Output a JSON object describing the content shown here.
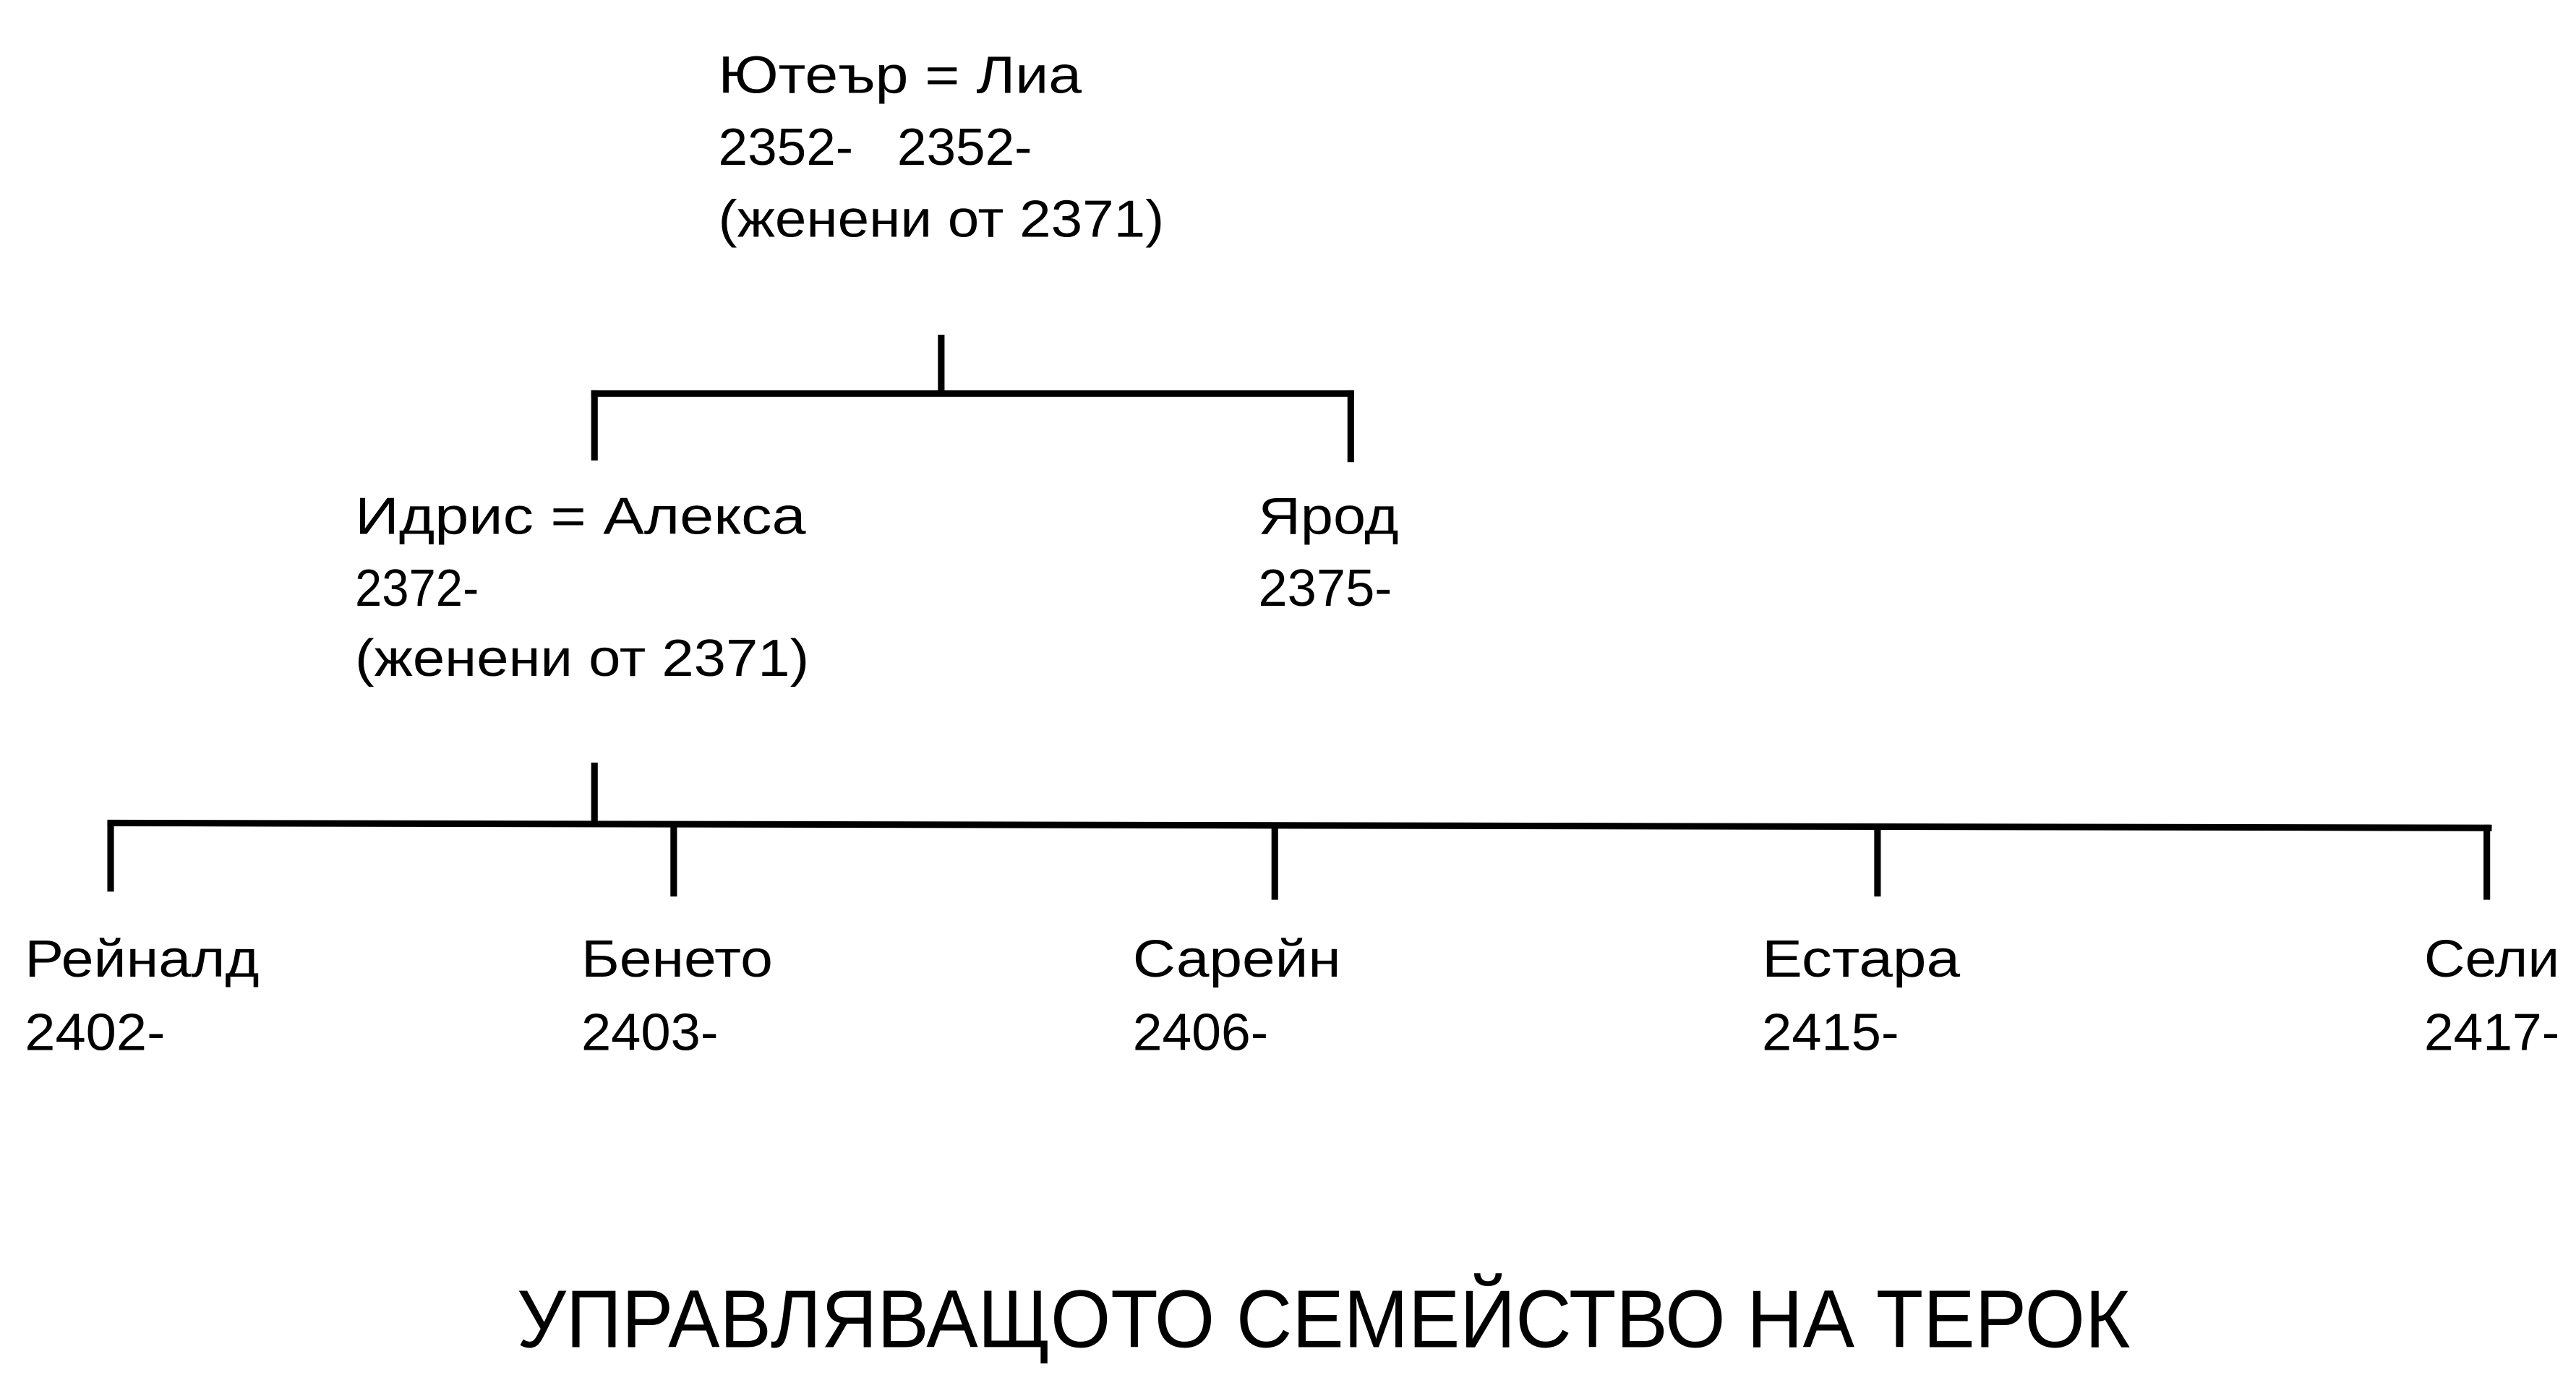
{
  "title": "УПРАВЛЯВАЩОТО СЕМЕЙСТВО НА ТЕРОК",
  "generation1": {
    "couple": "Ютеър = Лиа",
    "years": "2352-   2352-",
    "married": "(женени от 2371)"
  },
  "generation2": [
    {
      "couple": "Идрис = Алекса",
      "years": "2372-",
      "married": "(женени от 2371)"
    },
    {
      "name": "Ярод",
      "years": "2375-"
    }
  ],
  "generation3": [
    {
      "name": "Рейналд",
      "years": "2402-"
    },
    {
      "name": "Бенето",
      "years": "2403-"
    },
    {
      "name": "Сарейн",
      "years": "2406-"
    },
    {
      "name": "Естара",
      "years": "2415-"
    },
    {
      "name": "Сели",
      "years": "2417-"
    }
  ]
}
